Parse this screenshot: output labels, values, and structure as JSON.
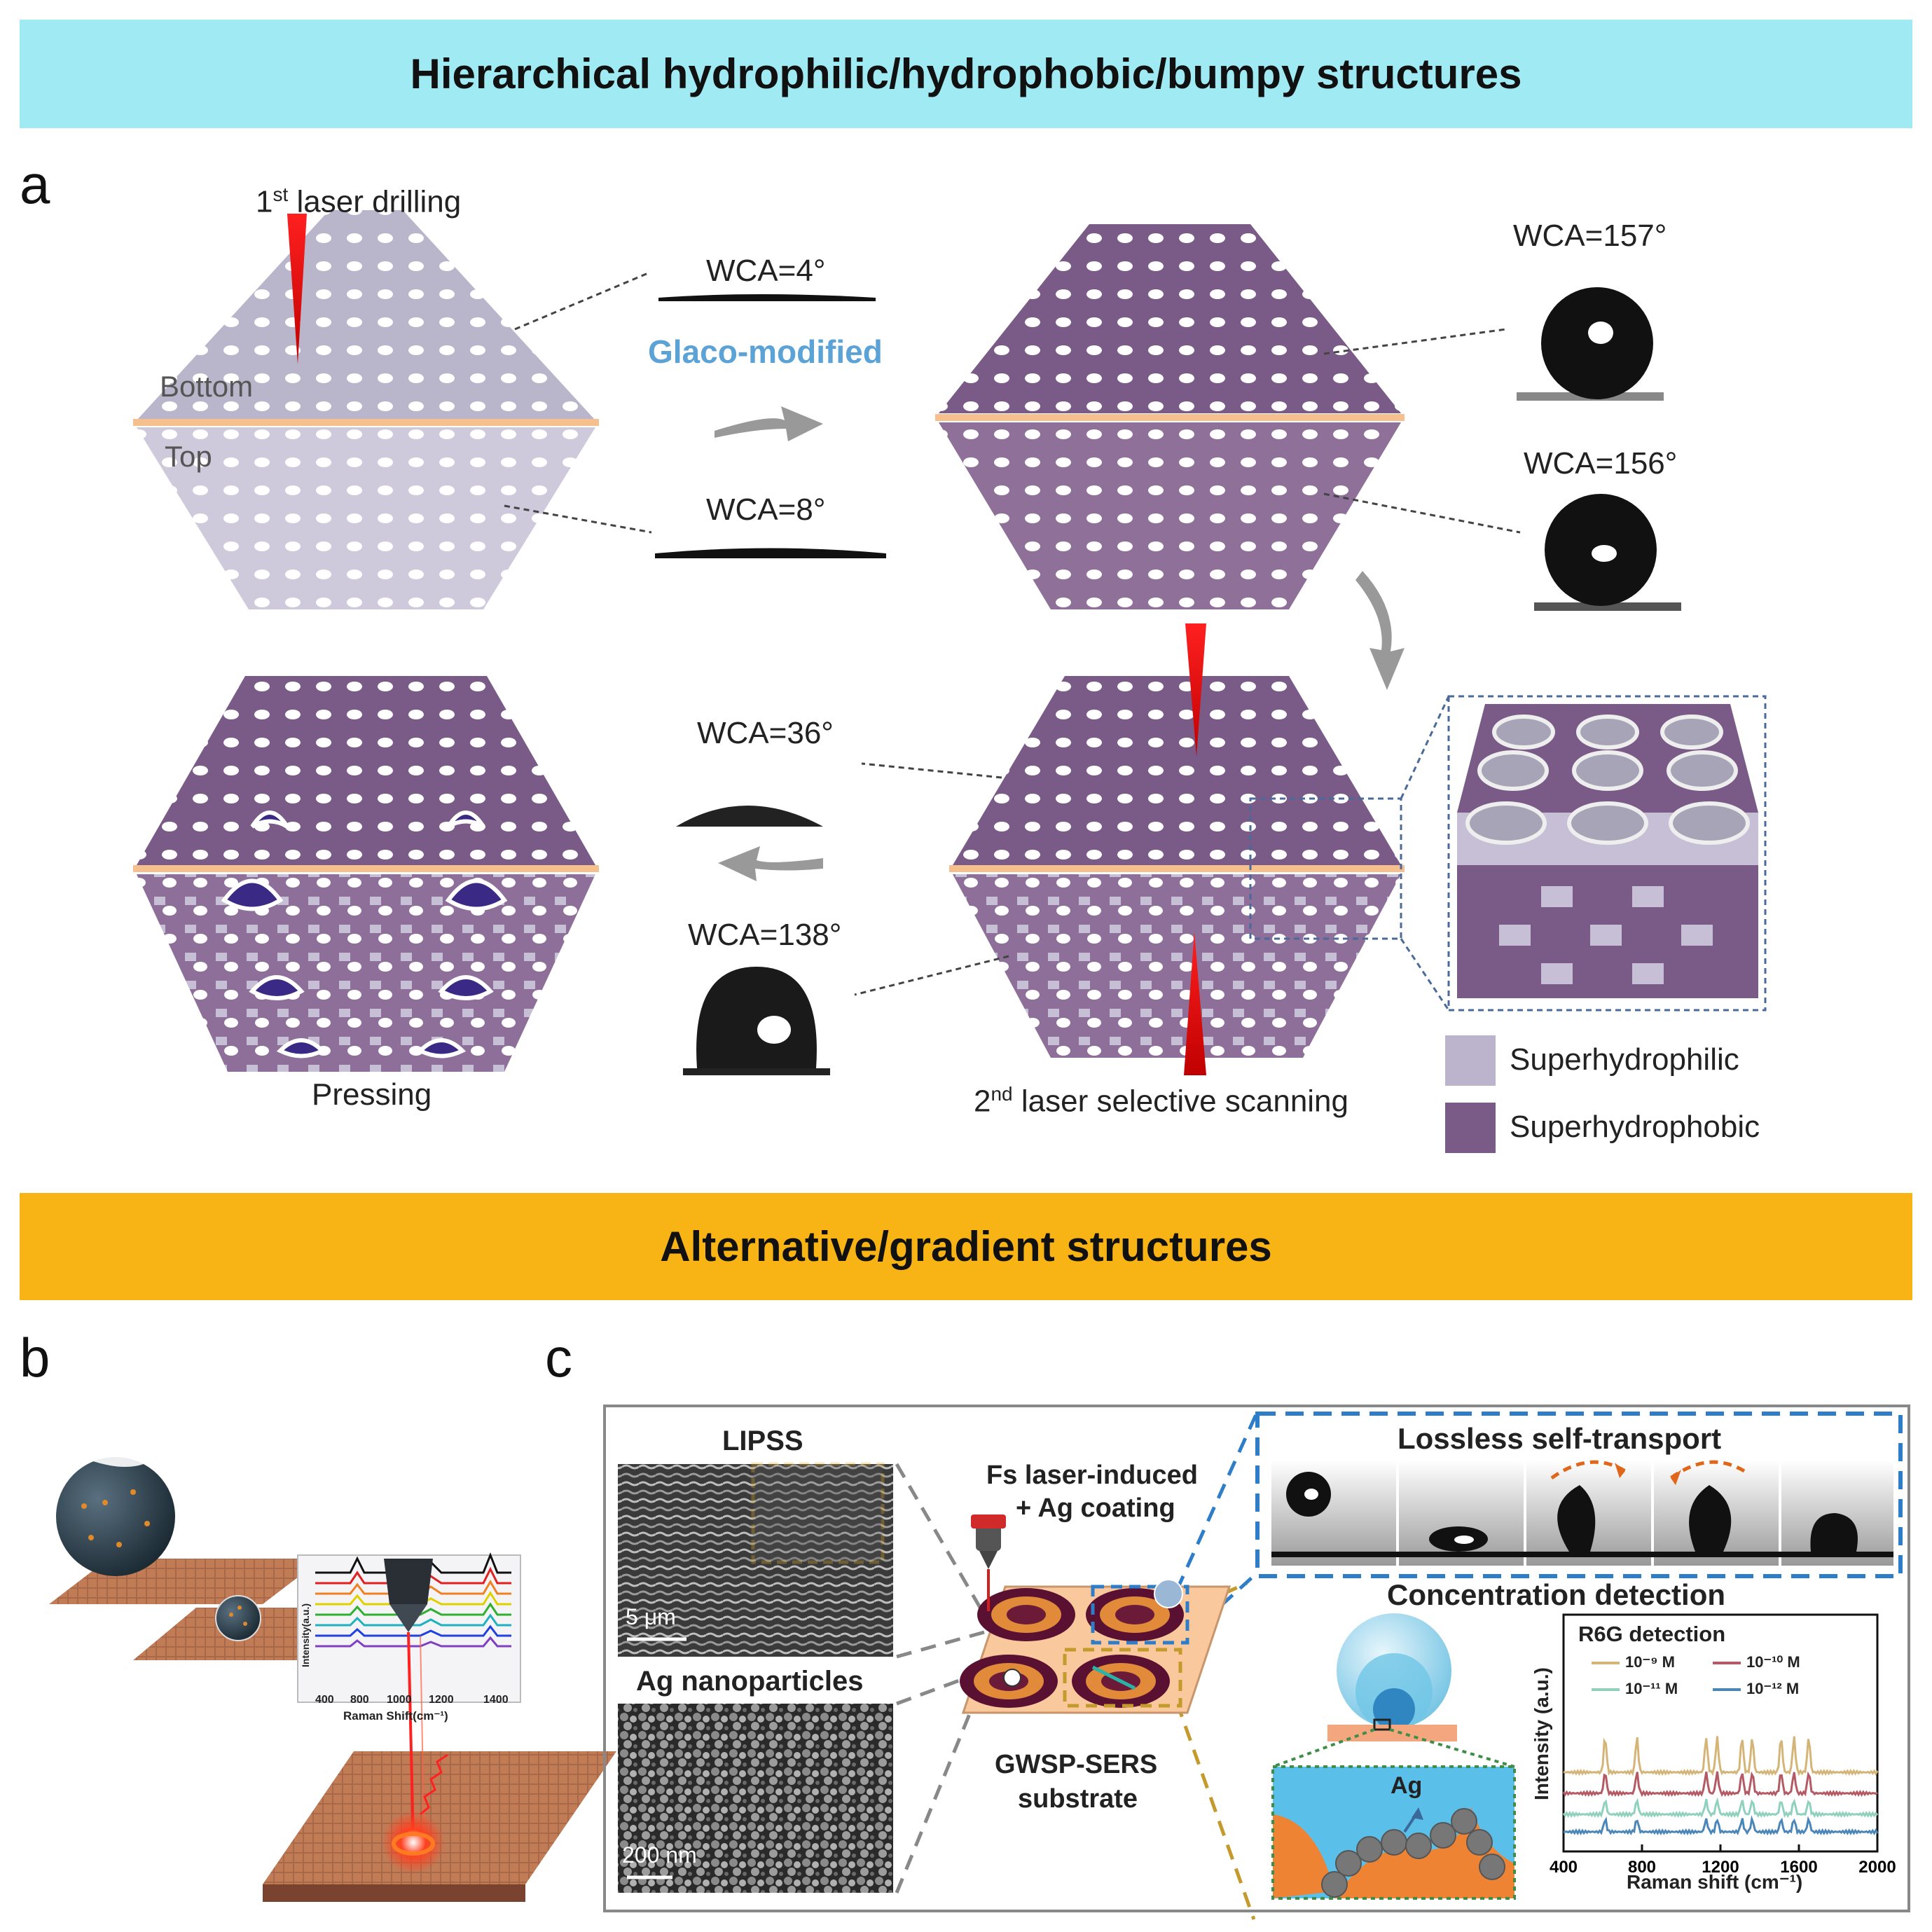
{
  "sections": {
    "top_title": "Hierarchical hydrophilic/hydrophobic/bumpy structures",
    "bottom_title": "Alternative/gradient structures"
  },
  "panel_a": {
    "label": "a",
    "first_laser": "1",
    "first_laser_sup": "st",
    "first_laser_rest": " laser drilling",
    "bottom": "Bottom",
    "top": "Top",
    "wca_4": "WCA=4°",
    "glaco": "Glaco-modified",
    "wca_8": "WCA=8°",
    "wca_157": "WCA=157°",
    "wca_156": "WCA=156°",
    "wca_36": "WCA=36°",
    "wca_138": "WCA=138°",
    "pressing": "Pressing",
    "second_laser": "2",
    "second_laser_sup": "nd",
    "second_laser_rest": " laser selective scanning",
    "legend": [
      {
        "label": "Superhydrophilic",
        "color": "#bcb3cc"
      },
      {
        "label": "Superhydrophobic",
        "color": "#7a5a86"
      }
    ]
  },
  "panel_b": {
    "label": "b",
    "axis_title": "Raman Shift(cm⁻¹)",
    "y_title": "Intensity(a.u.)",
    "ticks": [
      "400",
      "800",
      "1000",
      "1200",
      "1400"
    ]
  },
  "panel_c": {
    "label": "c",
    "lipss": "LIPSS",
    "scale_5um": "5 μm",
    "ag_np": "Ag nanoparticles",
    "scale_200nm": "200 nm",
    "fs_laser_1": "Fs laser-induced",
    "fs_laser_2": "+ Ag coating",
    "gwsp_1": "GWSP-SERS",
    "gwsp_2": "substrate",
    "lossless": "Lossless self-transport",
    "concentration": "Concentration detection",
    "ag": "Ag",
    "chart_data": {
      "type": "line",
      "title": "R6G detection",
      "xlabel": "Raman shift",
      "xlabel_unit": "(cm⁻¹)",
      "ylabel": "Intensity (a.u.)",
      "x_ticks": [
        "400",
        "800",
        "1200",
        "1600",
        "2000"
      ],
      "xlim": [
        400,
        2000
      ],
      "series": [
        {
          "name": "10⁻⁹ M",
          "color": "#d4b577"
        },
        {
          "name": "10⁻¹⁰ M",
          "color": "#b45a64"
        },
        {
          "name": "10⁻¹¹ M",
          "color": "#8fd1bc"
        },
        {
          "name": "10⁻¹² M",
          "color": "#4a86b8"
        }
      ]
    }
  }
}
